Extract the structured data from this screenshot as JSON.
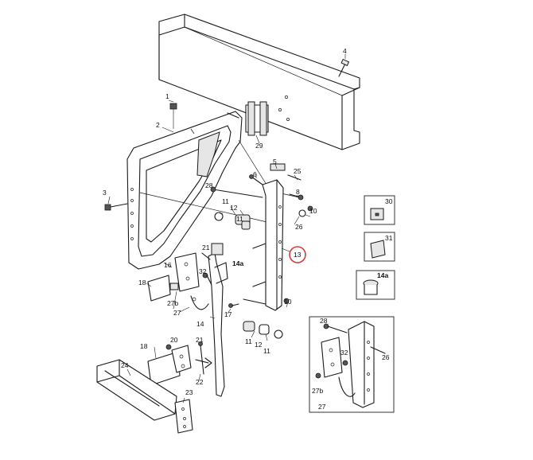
{
  "callouts": {
    "c1": "1",
    "c2": "2",
    "c3": "3",
    "c4": "4",
    "c5": "5",
    "c6": "6",
    "c8": "8",
    "c10": "10",
    "c10b": "10",
    "c11a": "11",
    "c11b": "11",
    "c11c": "11",
    "c12a": "12",
    "c12b": "12",
    "c13": "13",
    "c14": "14",
    "c14a": "14a",
    "c16": "16",
    "c17": "17",
    "c18a": "18",
    "c18b": "18",
    "c20": "20",
    "c21": "21",
    "c22": "22",
    "c23": "23",
    "c24": "24",
    "c25": "25",
    "c26": "26",
    "c27": "27",
    "c27b": "27b",
    "c28": "28",
    "c29": "29",
    "c30": "30",
    "c31": "31",
    "c32": "32"
  },
  "detail_box": {
    "c28": "28",
    "c32": "32",
    "c26": "26",
    "c27b": "27b",
    "c27": "27"
  },
  "parts_boxes": [
    {
      "label": "30"
    },
    {
      "label": "31"
    },
    {
      "label": "14a"
    }
  ],
  "highlight": {
    "label": "13",
    "color": "#d83a3a"
  }
}
